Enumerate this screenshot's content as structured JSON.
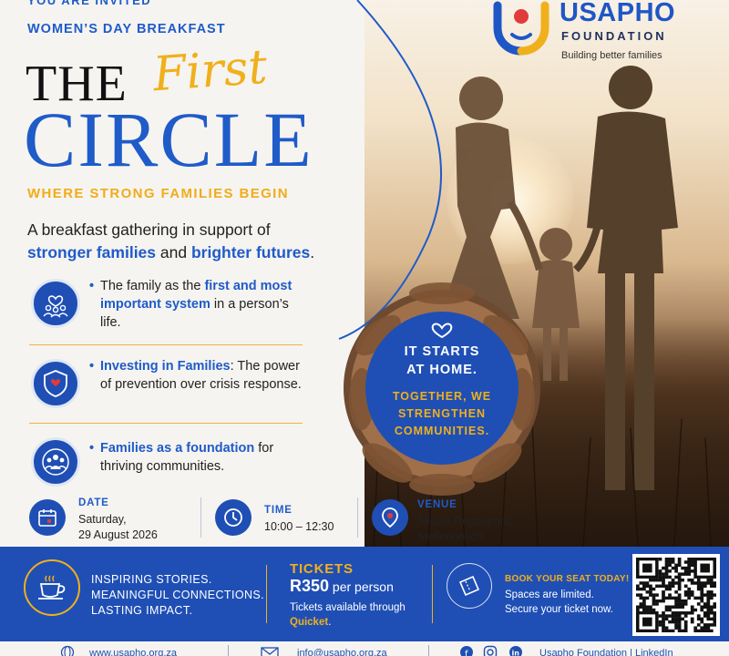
{
  "header": {
    "invited": "YOU ARE INVITED",
    "event_name": "WOMEN’S DAY BREAKFAST"
  },
  "title": {
    "the": "THE",
    "first": "First",
    "circle": "CIRCLE",
    "tagline": "WHERE STRONG FAMILIES BEGIN"
  },
  "intro": {
    "line1": "A breakfast gathering in support of",
    "hl1": "stronger families",
    "and": " and ",
    "hl2": "brighter futures",
    "end": "."
  },
  "points": [
    {
      "icon": "family-heart-icon",
      "pre": "The family as the ",
      "hl": "first and most important system",
      "post": " in a person’s life."
    },
    {
      "icon": "shield-heart-icon",
      "pre": "",
      "hl": "Investing in Families",
      "post": ": The power of prevention over crisis response."
    },
    {
      "icon": "community-icon",
      "pre": "",
      "hl": "Families as a foundation",
      "post": " for thriving communities."
    }
  ],
  "details": {
    "date_label": "DATE",
    "date_line1": "Saturday,",
    "date_line2": "29 August 2026",
    "time_label": "TIME",
    "time_value": "10:00 – 12:30",
    "venue_label": "VENUE",
    "venue_line1": "Alluvia Restaurant,",
    "venue_line2": "Stellenbosch"
  },
  "logo": {
    "name": "USAPHO",
    "sub": "FOUNDATION",
    "slogan": "Building better families"
  },
  "badge": {
    "line1": "IT STARTS",
    "line2": "AT HOME.",
    "line3": "TOGETHER, WE",
    "line4": "STRENGTHEN",
    "line5": "COMMUNITIES."
  },
  "band": {
    "inspire1": "INSPIRING STORIES.",
    "inspire2": "MEANINGFUL CONNECTIONS.",
    "inspire3": "LASTING IMPACT.",
    "tickets_title": "TICKETS",
    "price": "R350",
    "per": " per person",
    "note1": "Tickets available through",
    "note2": "Quicket",
    "note_end": ".",
    "book": "BOOK YOUR SEAT TODAY!",
    "limited1": "Spaces are limited.",
    "limited2": "Secure your ticket now."
  },
  "footer": {
    "website": "www.usapho.org.za",
    "email": "info@usapho.org.za",
    "social": "Usapho Foundation | LinkedIn"
  },
  "colors": {
    "brand_blue": "#1f5bc9",
    "accent_gold": "#f0b01c",
    "band_blue": "#1f4fb5"
  }
}
